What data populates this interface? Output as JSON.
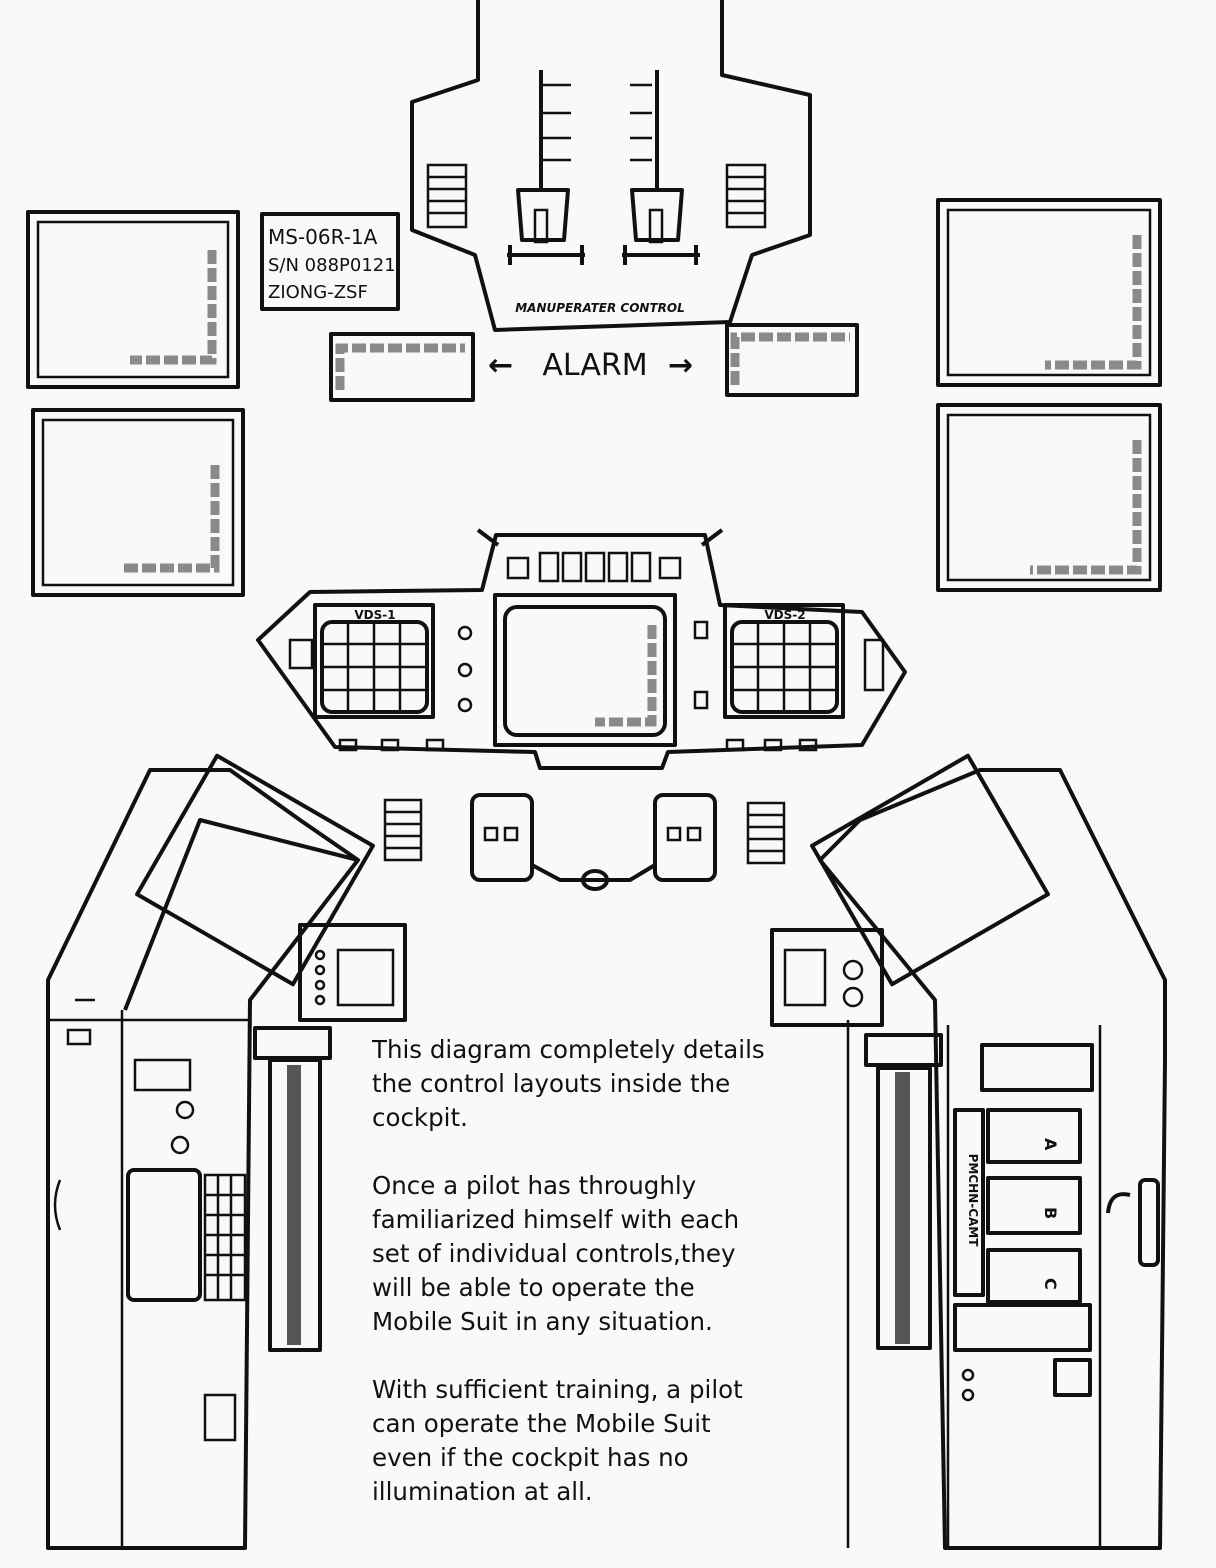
{
  "model_label": {
    "line1": "MS-06R-1A",
    "line2": "S/N 088P0121",
    "line3": "ZIONG-ZSF"
  },
  "manipulator_panel": {
    "label": "MANUPERATER CONTROL"
  },
  "alarm": {
    "label": "ALARM",
    "left_arrow": "←",
    "right_arrow": "→"
  },
  "center_console": {
    "vds_left": "VDS-1",
    "vds_right": "VDS-2"
  },
  "right_console": {
    "slots": [
      "A",
      "B",
      "C"
    ]
  },
  "description": {
    "paragraphs": [
      "This diagram completely details\nthe control layouts inside the\ncockpit.",
      "Once a pilot has throughly\nfamiliarized himself with each\nset of individual controls,they\nwill be able to operate the\nMobile Suit in any situation.",
      "With sufficient training, a pilot\ncan operate the Mobile Suit\neven if the cockpit has no\nillumination at all."
    ]
  }
}
